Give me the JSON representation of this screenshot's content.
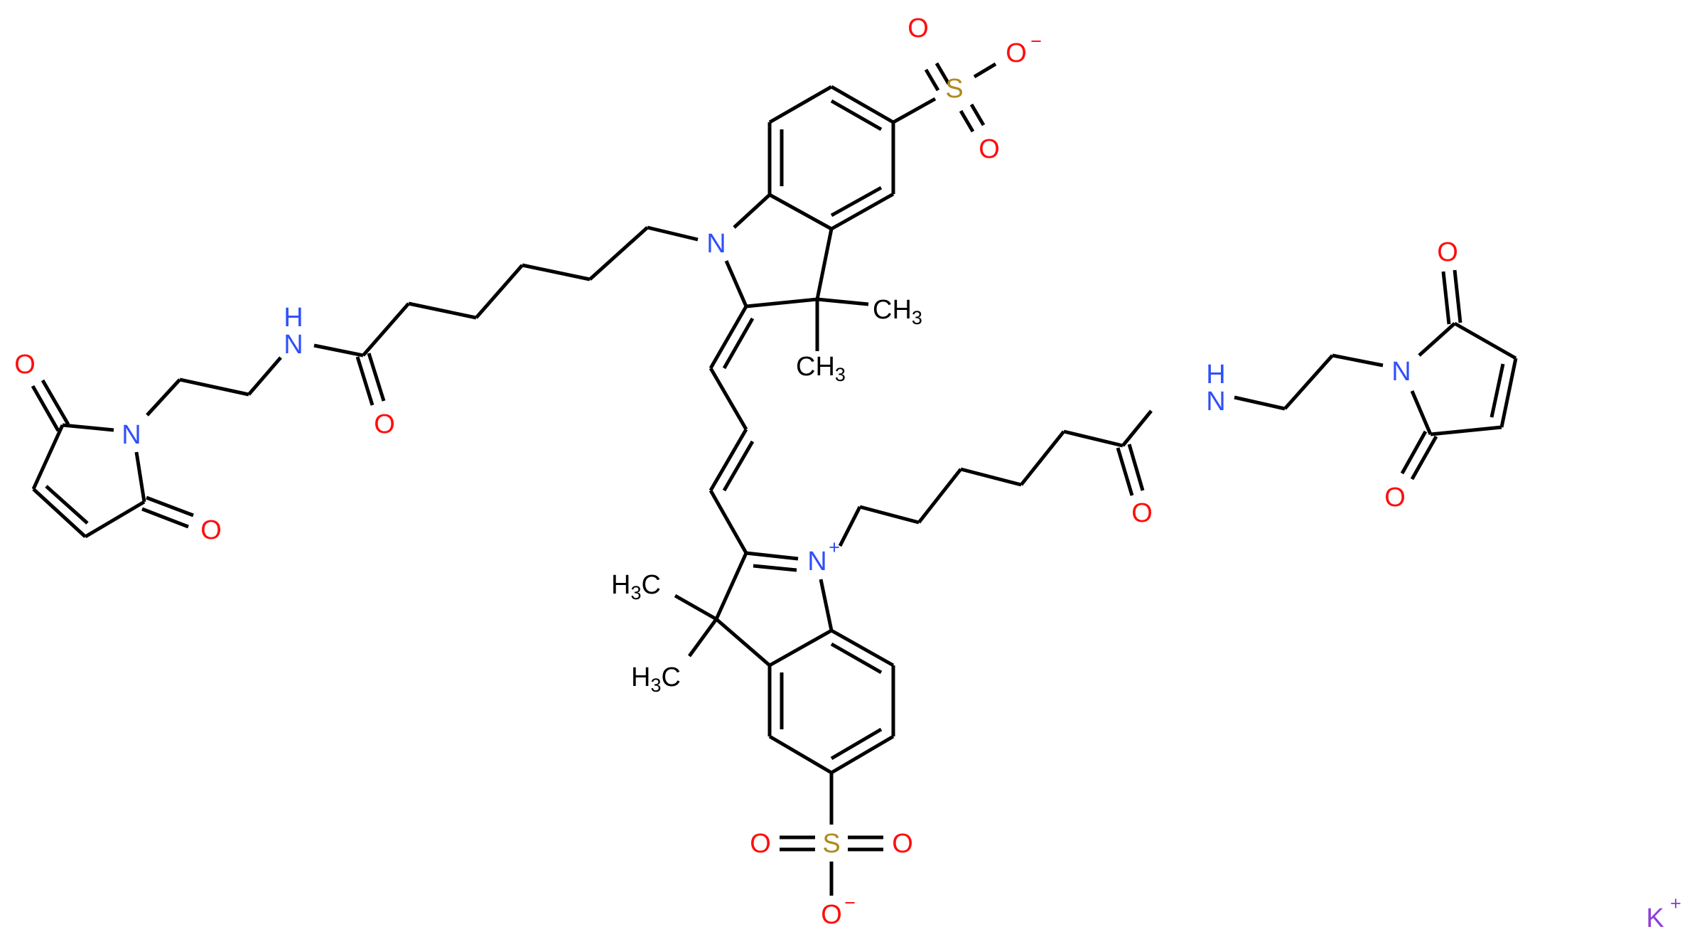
{
  "diagram": {
    "type": "chemical-structure",
    "description": "Sulfo-Cyanine3 bis-maleimide, potassium salt",
    "colors": {
      "bond": "#000000",
      "carbon": "#000000",
      "nitrogen": "#3050f8",
      "oxygen": "#ff0d0d",
      "sulfur": "#b08a1e",
      "potassium": "#8f40d4"
    },
    "atoms": {
      "top_sulfonate": {
        "S": "S",
        "O1": "O",
        "O2": "O",
        "O_minus": "O",
        "charge": "−"
      },
      "bottom_sulfonate": {
        "S": "S",
        "O1": "O",
        "O2": "O",
        "O_minus": "O",
        "charge": "−"
      },
      "top_indole": {
        "N": "N",
        "methyl_1": {
          "C": "CH",
          "sub": "3"
        },
        "methyl_2": {
          "C": "CH",
          "sub": "3"
        }
      },
      "bottom_indole": {
        "N": "N",
        "charge": "+",
        "methyl_1": {
          "H": "H",
          "sub": "3",
          "C": "C"
        },
        "methyl_2": {
          "H": "H",
          "sub": "3",
          "C": "C"
        }
      },
      "left_amide": {
        "N": "N",
        "H": "H",
        "O": "O"
      },
      "right_amide": {
        "N": "N",
        "H": "H",
        "O": "O"
      },
      "left_maleimide": {
        "N": "N",
        "O1": "O",
        "O2": "O"
      },
      "right_maleimide": {
        "N": "N",
        "O1": "O",
        "O2": "O"
      },
      "counterion": {
        "symbol": "K",
        "charge": "+"
      }
    }
  }
}
